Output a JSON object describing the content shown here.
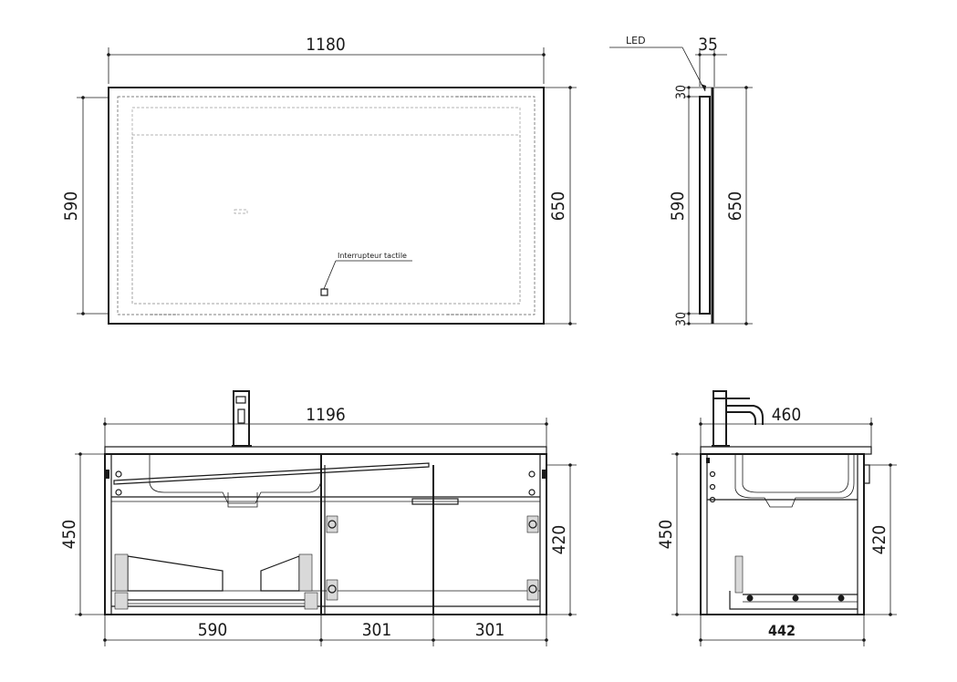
{
  "mirror_front": {
    "width": "1180",
    "height_inner": "590",
    "height_outer": "650",
    "touch_switch": "Interrupteur tactile"
  },
  "mirror_side": {
    "led": "LED",
    "depth": "35",
    "top_margin": "30",
    "inner": "590",
    "outer": "650",
    "bottom_margin": "30"
  },
  "cabinet_front": {
    "width": "1196",
    "height": "450",
    "door_height": "420",
    "left_section": "590",
    "middle_section": "301",
    "right_section": "301"
  },
  "cabinet_side": {
    "depth_top": "460",
    "height": "450",
    "door_height": "420",
    "depth_bottom": "442"
  }
}
